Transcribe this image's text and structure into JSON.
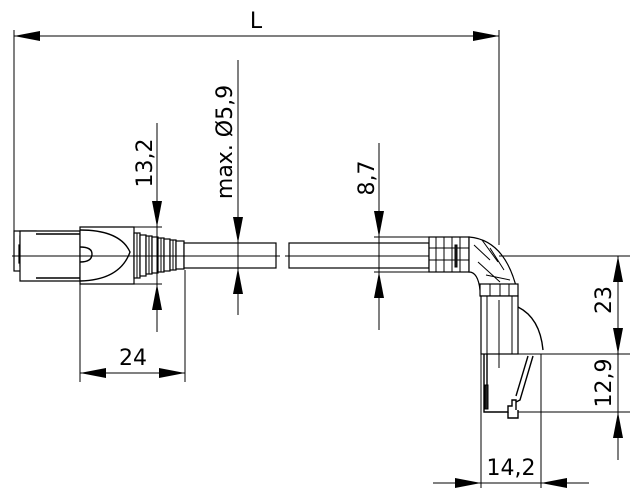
{
  "drawing": {
    "title": "Patch cable with straight RJ45 plug and angled RJ45 plug",
    "line_color": "#000000",
    "background": "#ffffff"
  },
  "dimensions": {
    "length": {
      "label": "L"
    },
    "boot_height": {
      "label": "13,2"
    },
    "cable_diameter": {
      "label": "max. Ø5,9"
    },
    "angled_boot_height": {
      "label": "8,7"
    },
    "boot_length": {
      "label": "24"
    },
    "angled_offset": {
      "label": "23"
    },
    "angled_plug_height": {
      "label": "12,9"
    },
    "angled_plug_width": {
      "label": "14,2"
    }
  },
  "components": [
    {
      "name": "straight-rj45-plug"
    },
    {
      "name": "cable"
    },
    {
      "name": "angled-rj45-plug"
    }
  ]
}
